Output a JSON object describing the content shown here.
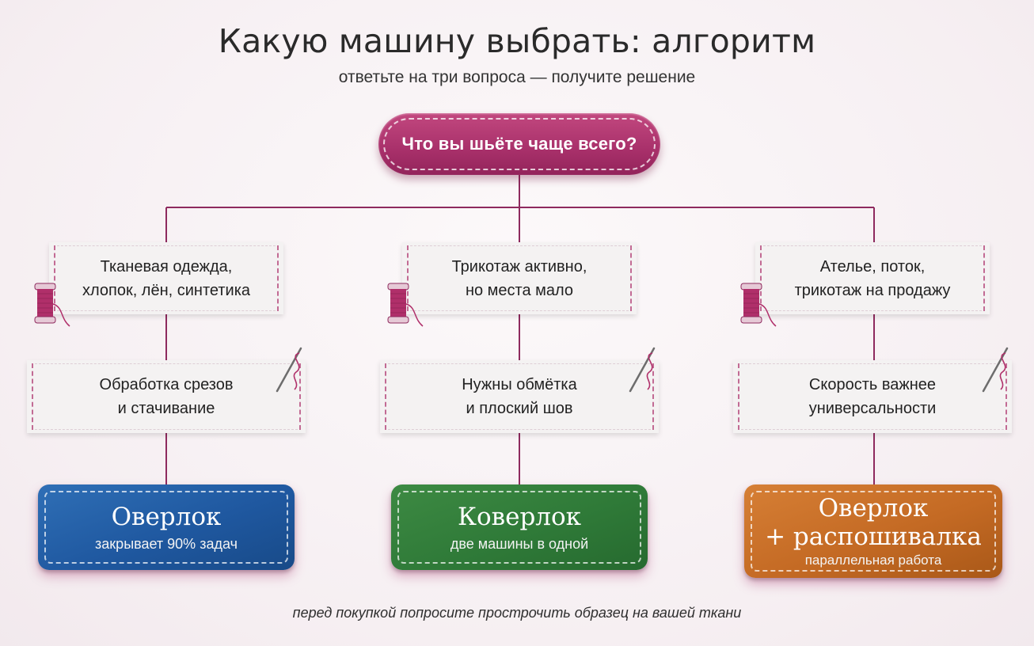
{
  "header": {
    "title": "Какую машину выбрать: алгоритм",
    "subtitle": "ответьте на три вопроса — получите решение"
  },
  "root": {
    "question": "Что вы шьёте чаще всего?"
  },
  "branches": [
    {
      "answer_line1": "Тканевая одежда,",
      "answer_line2": "хлопок, лён, синтетика",
      "need_line1": "Обработка срезов",
      "need_line2": "и стачивание",
      "result_title": "Оверлок",
      "result_note": "закрывает 90% задач",
      "color": "#1f58a0"
    },
    {
      "answer_line1": "Трикотаж активно,",
      "answer_line2": "но места мало",
      "need_line1": "Нужны обмётка",
      "need_line2": "и плоский шов",
      "result_title": "Коверлок",
      "result_note": "две машины в одной",
      "color": "#2f7a38"
    },
    {
      "answer_line1": "Ателье, поток,",
      "answer_line2": "трикотаж на продажу",
      "need_line1": "Скорость важнее",
      "need_line2": "универсальности",
      "result_title_line1": "Оверлок",
      "result_title_line2": "+ распошивалка",
      "result_note": "параллельная работа",
      "color": "#c46a24"
    }
  ],
  "footer": {
    "note": "перед покупкой попросите прострочить образец на вашей ткани"
  },
  "colors": {
    "accent": "#a8306a",
    "connector": "#8e2a5e"
  },
  "icons": [
    "thread-spool-icon",
    "sewing-needle-icon"
  ]
}
